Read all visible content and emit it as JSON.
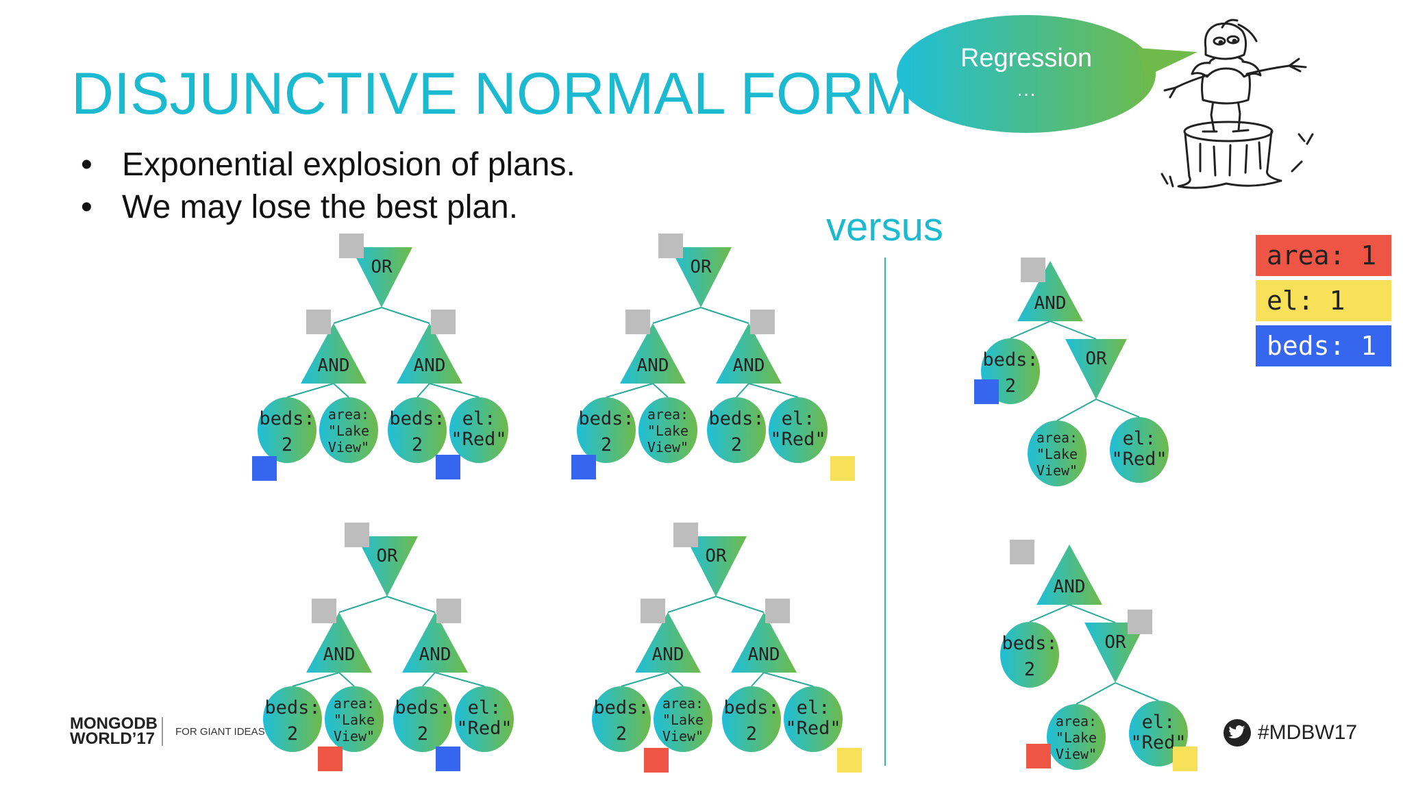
{
  "slide": {
    "title": "DISJUNCTIVE NORMAL FORM",
    "bullets": [
      "Exponential explosion of plans.",
      "We may lose the best plan."
    ],
    "versus": "versus",
    "speech_bubble": {
      "line1": "Regression",
      "line2": "…"
    },
    "logo": {
      "brand_line1": "MONGODB",
      "brand_line2": "WORLD’17",
      "tagline": "FOR GIANT IDEAS"
    },
    "hashtag": "#MDBW17"
  },
  "legend": [
    {
      "text": "area: 1",
      "color": "#ef5545"
    },
    {
      "text": "el: 1",
      "color": "#f8e058"
    },
    {
      "text": "beds: 1",
      "color": "#3665f0"
    }
  ],
  "colors": {
    "accent": "#1bbad0",
    "gradient_start": "#1fbfd8",
    "gradient_end": "#6fba4a",
    "index_gray": "#bdbdbd",
    "index_red": "#ef5545",
    "index_yellow": "#f8e058",
    "index_blue": "#3665f0"
  },
  "labels": {
    "or": "OR",
    "and": "AND",
    "beds_1": "beds:",
    "beds_2": "2",
    "area_1": "area:",
    "area_2": "\"Lake",
    "area_3": "View\"",
    "el_1": "el:",
    "el_2": "\"Red\""
  }
}
